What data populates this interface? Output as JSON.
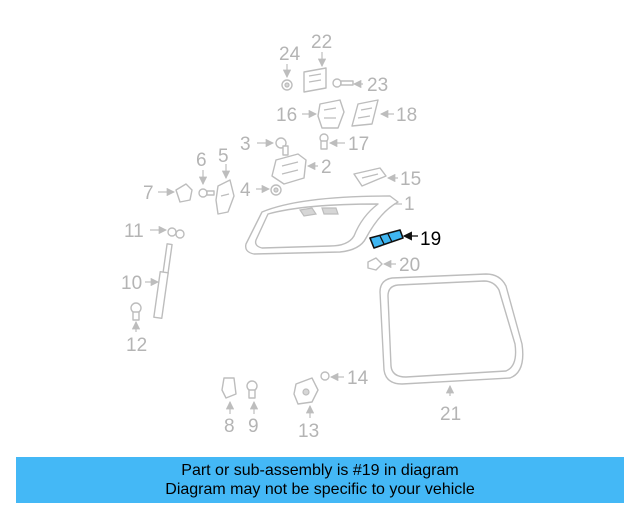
{
  "diagram": {
    "callouts": {
      "c1": "1",
      "c2": "2",
      "c3": "3",
      "c4": "4",
      "c5": "5",
      "c6": "6",
      "c7": "7",
      "c8": "8",
      "c9": "9",
      "c10": "10",
      "c11": "11",
      "c12": "12",
      "c13": "13",
      "c14": "14",
      "c15": "15",
      "c16": "16",
      "c17": "17",
      "c18": "18",
      "c19": "19",
      "c20": "20",
      "c21": "21",
      "c22": "22",
      "c23": "23",
      "c24": "24"
    },
    "highlighted_part": "19",
    "colors": {
      "highlight_fill": "#3fb6f2",
      "line_gray": "#bdbdbd",
      "banner_bg": "#44b8f6"
    }
  },
  "banner": {
    "line1": "Part or sub-assembly is #19 in diagram",
    "line2": "Diagram may not be specific to your vehicle"
  }
}
